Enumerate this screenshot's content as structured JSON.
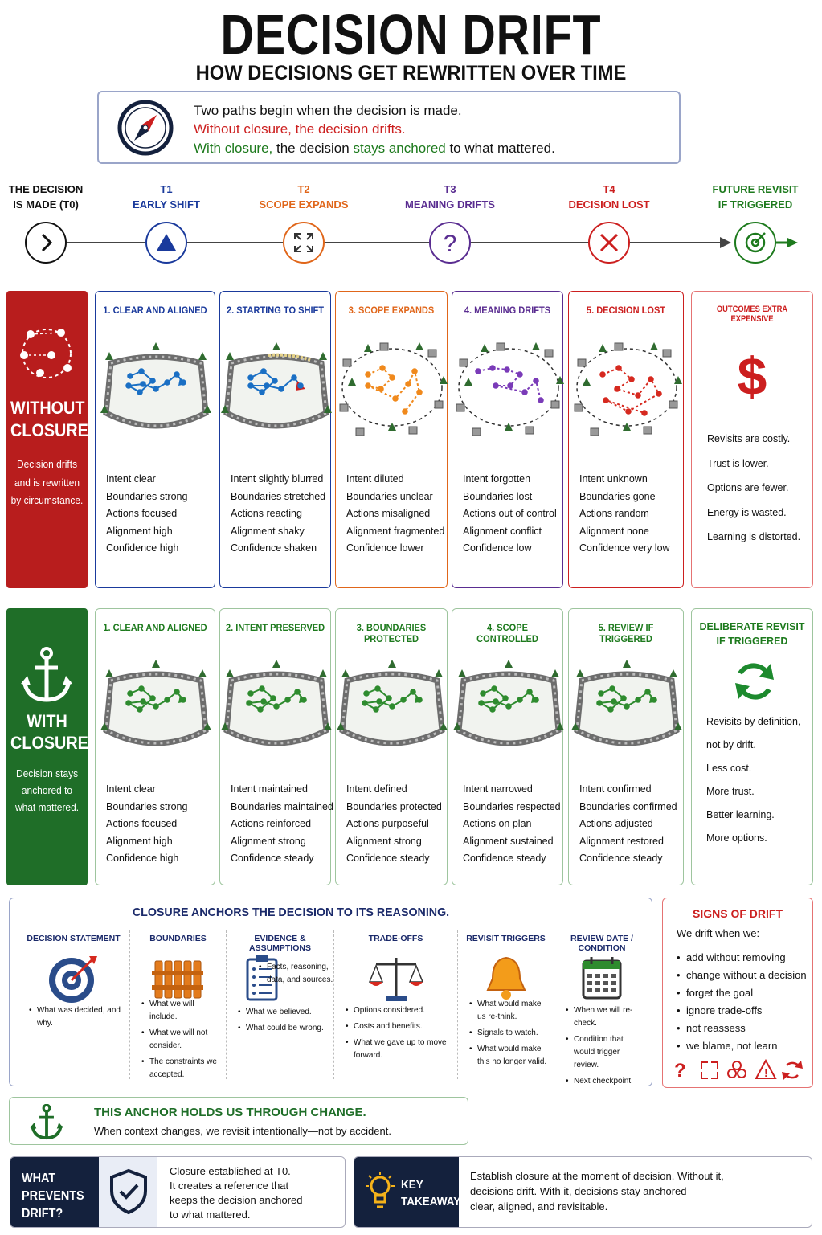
{
  "header": {
    "title": "DECISION DRIFT",
    "subtitle": "HOW DECISIONS GET REWRITTEN OVER TIME"
  },
  "intro": {
    "line1": "Two paths begin when the decision is made.",
    "line2_red": "Without closure, the decision drifts.",
    "line3_green_a": "With closure,",
    "line3_mid": " the decision ",
    "line3_green_b": "stays anchored",
    "line3_end": " to what mattered."
  },
  "timeline": {
    "stages": [
      {
        "line1": "THE DECISION",
        "line2": "IS MADE (T0)",
        "color": "#111111",
        "icon": "chevron-right-icon"
      },
      {
        "line1": "T1",
        "line2": "EARLY SHIFT",
        "color": "#1a3a9c",
        "icon": "triangle-icon"
      },
      {
        "line1": "T2",
        "line2": "SCOPE EXPANDS",
        "color": "#e0661a",
        "icon": "expand-icon"
      },
      {
        "line1": "T3",
        "line2": "MEANING DRIFTS",
        "color": "#5a2d91",
        "icon": "question-icon"
      },
      {
        "line1": "T4",
        "line2": "DECISION LOST",
        "color": "#cc1f1f",
        "icon": "x-icon"
      },
      {
        "line1": "FUTURE REVISIT",
        "line2": "IF TRIGGERED",
        "color": "#1d7a1d",
        "icon": "target-icon"
      }
    ]
  },
  "without": {
    "title1": "WITHOUT",
    "title2": "CLOSURE",
    "desc": [
      "Decision drifts",
      "and is rewritten",
      "by circumstance."
    ],
    "color": "#b81d1d",
    "cards": [
      {
        "title": "1. CLEAR AND ALIGNED",
        "border": "#1a3a9c",
        "items": [
          "Intent clear",
          "Boundaries strong",
          "Actions focused",
          "Alignment high",
          "Confidence high"
        ]
      },
      {
        "title": "2. STARTING TO SHIFT",
        "border": "#1a3a9c",
        "items": [
          "Intent slightly blurred",
          "Boundaries stretched",
          "Actions reacting",
          "Alignment shaky",
          "Confidence shaken"
        ]
      },
      {
        "title": "3. SCOPE EXPANDS",
        "border": "#e0661a",
        "items": [
          "Intent diluted",
          "Boundaries unclear",
          "Actions misaligned",
          "Alignment fragmented",
          "Confidence lower"
        ]
      },
      {
        "title": "4. MEANING DRIFTS",
        "border": "#5a2d91",
        "items": [
          "Intent forgotten",
          "Boundaries lost",
          "Actions out of control",
          "Alignment conflict",
          "Confidence low"
        ]
      },
      {
        "title": "5. DECISION LOST",
        "border": "#cc1f1f",
        "items": [
          "Intent unknown",
          "Boundaries gone",
          "Actions random",
          "Alignment none",
          "Confidence very low"
        ]
      }
    ],
    "outcome": {
      "title": "OUTCOMES EXTRA EXPENSIVE",
      "symbol": "$",
      "items": [
        "Revisits are costly.",
        "Trust is lower.",
        "Options are fewer.",
        "Energy is wasted.",
        "Learning is distorted."
      ]
    }
  },
  "with": {
    "title1": "WITH",
    "title2": "CLOSURE",
    "desc": [
      "Decision stays",
      "anchored to",
      "what mattered."
    ],
    "color": "#1f6e28",
    "cards": [
      {
        "title": "1. CLEAR AND ALIGNED",
        "items": [
          "Intent clear",
          "Boundaries strong",
          "Actions focused",
          "Alignment high",
          "Confidence high"
        ]
      },
      {
        "title": "2. INTENT PRESERVED",
        "items": [
          "Intent maintained",
          "Boundaries maintained",
          "Actions reinforced",
          "Alignment strong",
          "Confidence steady"
        ]
      },
      {
        "title": "3. BOUNDARIES PROTECTED",
        "items": [
          "Intent defined",
          "Boundaries protected",
          "Actions purposeful",
          "Alignment strong",
          "Confidence steady"
        ]
      },
      {
        "title": "4. SCOPE CONTROLLED",
        "items": [
          "Intent narrowed",
          "Boundaries respected",
          "Actions on plan",
          "Alignment sustained",
          "Confidence steady"
        ]
      },
      {
        "title": "5. REVIEW IF TRIGGERED",
        "items": [
          "Intent confirmed",
          "Boundaries confirmed",
          "Actions adjusted",
          "Alignment restored",
          "Confidence steady"
        ]
      }
    ],
    "outcome": {
      "title1": "DELIBERATE REVISIT",
      "title2": "IF TRIGGERED",
      "items": [
        "Revisits by definition,",
        "not by drift.",
        "Less cost.",
        "More trust.",
        "Better learning.",
        "More options."
      ]
    }
  },
  "anchors": {
    "title": "CLOSURE ANCHORS THE DECISION TO ITS REASONING.",
    "columns": [
      {
        "header": "DECISION STATEMENT",
        "icon": "target-icon",
        "items": [
          "What was decided, and why."
        ]
      },
      {
        "header": "BOUNDARIES",
        "icon": "fence-icon",
        "items": [
          "What we will include.",
          "What we will not consider.",
          "The constraints we accepted."
        ]
      },
      {
        "header": "EVIDENCE & ASSUMPTIONS",
        "icon": "clipboard-icon",
        "note": "Facts, reasoning, data, and sources.",
        "items": [
          "What we believed.",
          "What could be wrong."
        ]
      },
      {
        "header": "TRADE-OFFS",
        "icon": "scale-icon",
        "items": [
          "Options considered.",
          "Costs and benefits.",
          "What we gave up to move forward."
        ]
      },
      {
        "header": "REVISIT TRIGGERS",
        "icon": "bell-icon",
        "items": [
          "What would make us re-think.",
          "Signals to watch.",
          "What would make this no longer valid."
        ]
      },
      {
        "header": "REVIEW DATE / CONDITION",
        "icon": "calendar-icon",
        "items": [
          "When we will re-check.",
          "Condition that would trigger review.",
          "Next checkpoint."
        ]
      }
    ]
  },
  "signs": {
    "title": "SIGNS OF DRIFT",
    "intro": "We drift when we:",
    "items": [
      "add without removing",
      "change without a decision",
      "forget the goal",
      "ignore trade-offs",
      "not reassess",
      "we blame, not learn"
    ]
  },
  "holds": {
    "title": "THIS ANCHOR HOLDS US THROUGH CHANGE.",
    "text": "When context changes, we revisit intentionally—not by accident."
  },
  "prevent": {
    "l1": "WHAT",
    "l2": "PREVENTS",
    "l3": "DRIFT?",
    "text": [
      "Closure established at T0.",
      "It creates a reference that",
      "keeps the decision anchored",
      "to what mattered."
    ]
  },
  "takeaway": {
    "l1": "KEY",
    "l2": "TAKEAWAY",
    "text": [
      "Establish closure at the moment of decision. Without it,",
      "decisions drift. With it, decisions stay anchored—",
      "clear, aligned, and revisitable."
    ]
  }
}
